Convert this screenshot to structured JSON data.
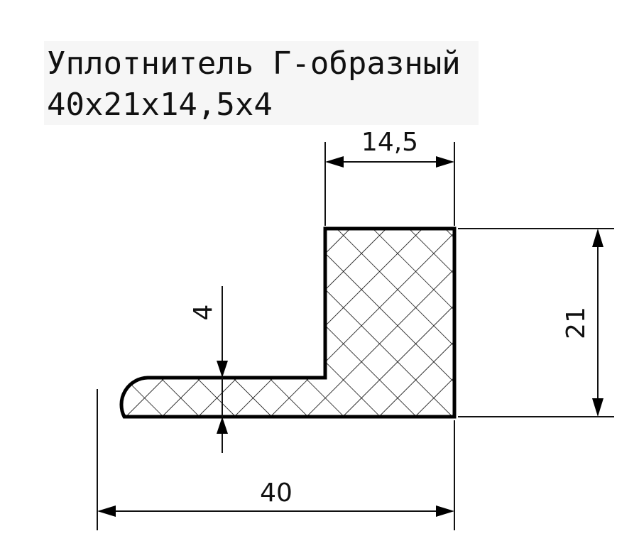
{
  "title": {
    "line1": "Уплотнитель Г-образный",
    "line2": "40x21x14,5x4"
  },
  "dimensions": {
    "top_width": "14,5",
    "height": "21",
    "lip_thickness": "4",
    "total_width": "40"
  },
  "colors": {
    "line": "#000000",
    "hatch": "#000000",
    "background": "#ffffff"
  }
}
